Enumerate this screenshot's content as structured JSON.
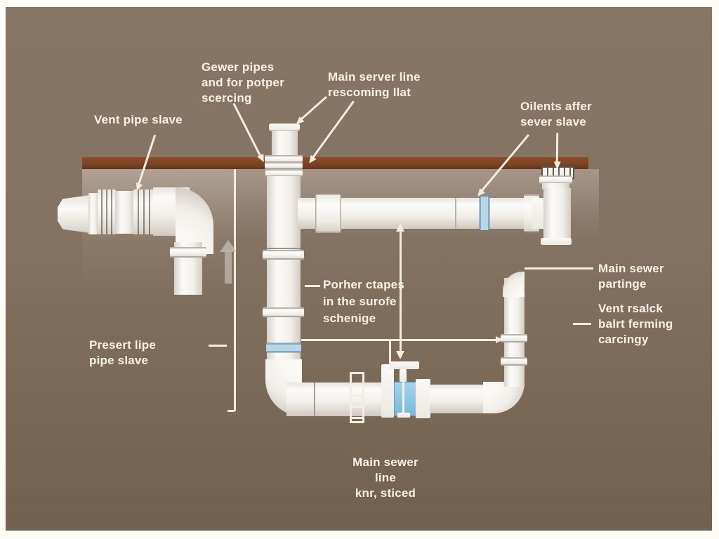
{
  "scene": {
    "title": "sewer and vent piping diagram",
    "colors": {
      "frame": "#fcfbf6",
      "background_top": "#877666",
      "background_bottom": "#72604e",
      "floor_joist": "#7c4424",
      "pipe": "#f6f3ee",
      "coupling_blue": "#b5d7e9",
      "valve_blue": "#8ec6e6",
      "leader_line": "#f2ecdf",
      "text": "#f7f1e5"
    },
    "labels": {
      "vent_pipe_slave": "Vent pipe slave",
      "sewer_pipes": "Gewer pipes\nand for potper\nscercing",
      "main_sewer_top": "Main server line\nrescoming llat",
      "outlets": "Oilents affer\nsever slave",
      "pipe_slope": "Porher ctapes\nin the surofe\nschenige",
      "main_sewer_right": "Main sewer\npartinge",
      "vent_stack": "Vent rsalck\nbalrt ferming\ncarcingy",
      "pressure_pipe": "Presert lipe\npipe slave",
      "main_sewer_bottom": "Main sewer line\nknr, sticed"
    }
  }
}
